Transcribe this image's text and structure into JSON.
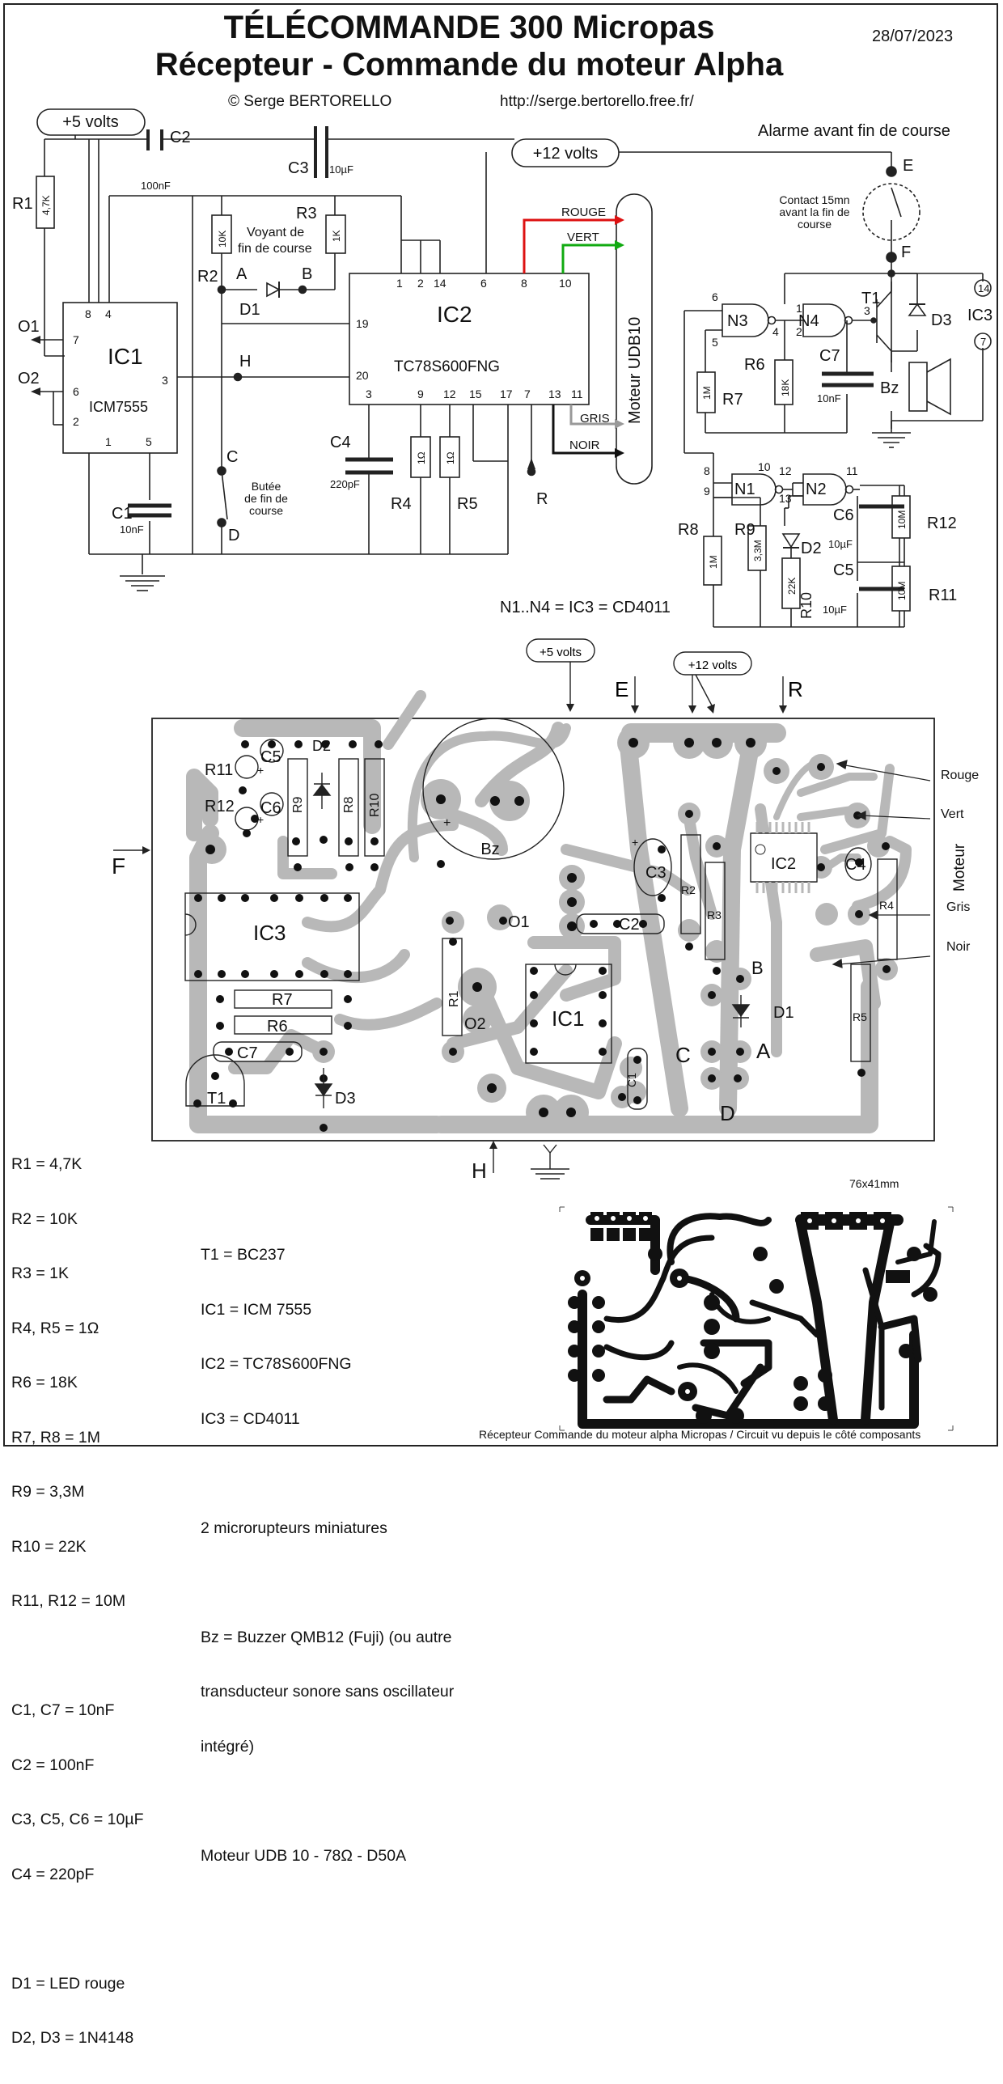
{
  "title_line1": "TÉLÉCOMMANDE 300 Micropas",
  "title_line2": "Récepteur - Commande du moteur Alpha",
  "date": "28/07/2023",
  "author": "© Serge BERTORELLO",
  "url": "http://serge.bertorello.free.fr/",
  "schematic": {
    "plus5": "+5 volts",
    "plus12": "+12 volts",
    "alarm": "Alarme avant fin de course",
    "contact_l1": "Contact 15mn",
    "contact_l2": "avant la fin de",
    "contact_l3": "course",
    "voyant_l1": "Voyant de",
    "voyant_l2": "fin de course",
    "butee_l1": "Butée",
    "butee_l2": "de fin de",
    "butee_l3": "course",
    "ic1": "IC1",
    "ic1_part": "ICM7555",
    "ic2": "IC2",
    "ic2_part": "TC78S600FNG",
    "motor": "Moteur UDB10",
    "rouge": "ROUGE",
    "vert": "VERT",
    "gris": "GRIS",
    "noir": "NOIR",
    "r1": "R1",
    "r1v": "4,7K",
    "r2": "R2",
    "r2v": "10K",
    "r3": "R3",
    "r3v": "1K",
    "r4": "R4",
    "r4v": "1Ω",
    "r5": "R5",
    "r5v": "1Ω",
    "r6": "R6",
    "r6v": "18K",
    "r7": "R7",
    "r7v": "1M",
    "r8": "R8",
    "r8v": "1M",
    "r9": "R9",
    "r9v": "3,3M",
    "r10": "R10",
    "r10v": "22K",
    "r11": "R11",
    "r11v": "10M",
    "r12": "R12",
    "r12v": "10M",
    "c1": "C1",
    "c1v": "10nF",
    "c2": "C2",
    "c2v": "100nF",
    "c3": "C3",
    "c3v": "10µF",
    "c4": "C4",
    "c4v": "220pF",
    "c5": "C5",
    "c5v": "10µF",
    "c6": "C6",
    "c6v": "10µF",
    "c7": "C7",
    "c7v": "10nF",
    "d1": "D1",
    "d2": "D2",
    "d3": "D3",
    "t1": "T1",
    "bz": "Bz",
    "n1": "N1",
    "n2": "N2",
    "n3": "N3",
    "n4": "N4",
    "o1": "O1",
    "o2": "O2",
    "ic3": "IC3",
    "a": "A",
    "b": "B",
    "c": "C",
    "d": "D",
    "e": "E",
    "f": "F",
    "h": "H",
    "r": "R",
    "nand_note": "N1..N4 = IC3 = CD4011"
  },
  "pcb": {
    "plus5": "+5 volts",
    "plus12": "+12 volts",
    "e": "E",
    "r": "R",
    "f": "F",
    "h": "H",
    "rouge": "Rouge",
    "vert": "Vert",
    "gris": "Gris",
    "noir": "Noir",
    "moteur": "Moteur",
    "bz": "Bz",
    "ic1": "IC1",
    "ic2": "IC2",
    "ic3": "IC3",
    "r1": "R1",
    "r2": "R2",
    "r3": "R3",
    "r4": "R4",
    "r5": "R5",
    "r6": "R6",
    "r7": "R7",
    "r8": "R8",
    "r9": "R9",
    "r10": "R10",
    "r11": "R11",
    "r12": "R12",
    "c1": "C1",
    "c2": "C2",
    "c3": "C3",
    "c4": "C4",
    "c5": "C5",
    "c6": "C6",
    "c7": "C7",
    "d1": "D1",
    "d2": "D2",
    "d3": "D3",
    "t1": "T1",
    "o1": "O1",
    "o2": "O2",
    "a": "A",
    "b": "B",
    "c": "C",
    "d": "D"
  },
  "bom_left": [
    "R1 = 4,7K",
    "R2 = 10K",
    "R3 = 1K",
    "R4, R5 = 1Ω",
    "R6 = 18K",
    "R7, R8 = 1M",
    "R9 = 3,3M",
    "R10 = 22K",
    "R11, R12 = 10M",
    "",
    "C1, C7 = 10nF",
    "C2 = 100nF",
    "C3, C5, C6 = 10µF",
    "C4 = 220pF",
    "",
    "D1 = LED rouge",
    "D2, D3 = 1N4148"
  ],
  "bom_right": [
    "T1 = BC237",
    "IC1 = ICM 7555",
    "IC2 = TC78S600FNG",
    "IC3 = CD4011",
    "",
    "2 microrupteurs miniatures",
    "",
    "Bz = Buzzer QMB12 (Fuji) (ou autre",
    "transducteur sonore sans oscillateur",
    "intégré)",
    "",
    "Moteur UDB 10 - 78Ω - D50A"
  ],
  "dimension": "76x41mm",
  "footer": "Récepteur Commande du moteur alpha Micropas / Circuit vu depuis le côté composants"
}
